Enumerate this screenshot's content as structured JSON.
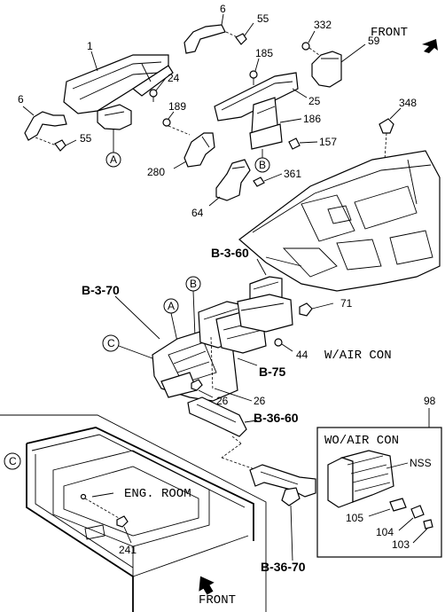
{
  "labels": {
    "front_top": "FRONT",
    "front_bottom": "FRONT",
    "eng_room": "ENG. ROOM",
    "w_air_con": "W/AIR CON",
    "wo_air_con": "WO/AIR CON",
    "nss": "NSS",
    "circle_a": "A",
    "circle_b": "B",
    "circle_c": "C",
    "ref_b_3_60": "B-3-60",
    "ref_b_3_70": "B-3-70",
    "ref_b_75": "B-75",
    "ref_b_36_60": "B-36-60",
    "ref_b_36_70": "B-36-70"
  },
  "part_numbers": {
    "p1": "1",
    "p6a": "6",
    "p6b": "6",
    "p24": "24",
    "p25": "25",
    "p26a": "26",
    "p26b": "26",
    "p44": "44",
    "p55a": "55",
    "p55b": "55",
    "p59": "59",
    "p64": "64",
    "p71": "71",
    "p98": "98",
    "p103": "103",
    "p104": "104",
    "p105": "105",
    "p157": "157",
    "p185": "185",
    "p186": "186",
    "p189": "189",
    "p241": "241",
    "p280": "280",
    "p332": "332",
    "p348": "348",
    "p361": "361"
  }
}
